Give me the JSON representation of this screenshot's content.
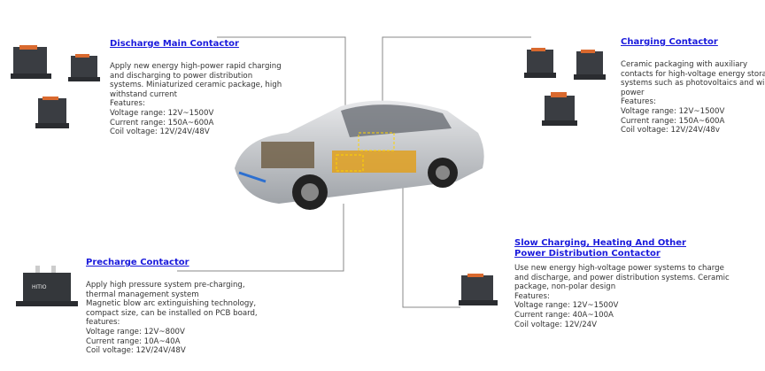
{
  "sections": {
    "discharge": {
      "title": "Discharge Main Contactor",
      "lines": [
        "Apply new energy high-power rapid charging",
        "and discharging to power distribution",
        "systems. Miniaturized ceramic package, high",
        "withstand current",
        "Features:",
        "Voltage range: 12V~1500V",
        "Current range: 150A~600A",
        "Coil voltage: 12V/24V/48V"
      ]
    },
    "charging": {
      "title": "Charging Contactor",
      "lines": [
        "Ceramic packaging with auxiliary",
        "contacts for high-voltage energy storage",
        "systems such as photovoltaics and wind",
        "power",
        "Features:",
        "Voltage range: 12V~1500V",
        "Current range: 150A~600A",
        "Coil voltage: 12V/24V/48v"
      ]
    },
    "precharge": {
      "title": "Precharge Contactor",
      "lines": [
        "Apply high pressure system pre-charging,",
        "thermal management system",
        "Magnetic blow arc extinguishing technology,",
        "compact size, can be installed on PCB board,",
        "features:",
        "Voltage range: 12V~800V",
        "Current range: 10A~40A",
        "Coil voltage: 12V/24V/48V"
      ]
    },
    "slow": {
      "title_line1": "Slow Charging, Heating And Other",
      "title_line2": "Power Distribution Contactor",
      "lines": [
        "Use new energy high-voltage power systems to charge",
        "and discharge, and power distribution systems. Ceramic",
        "package, non-polar design",
        "Features:",
        "Voltage range: 12V~1500V",
        "Current range: 40A~100A",
        "Coil voltage: 12V/24V"
      ]
    }
  },
  "logo_text": "HITIO",
  "colors": {
    "link": "#1a1adc",
    "relay_body": "#3a3d42",
    "terminal": "#d9692e"
  }
}
